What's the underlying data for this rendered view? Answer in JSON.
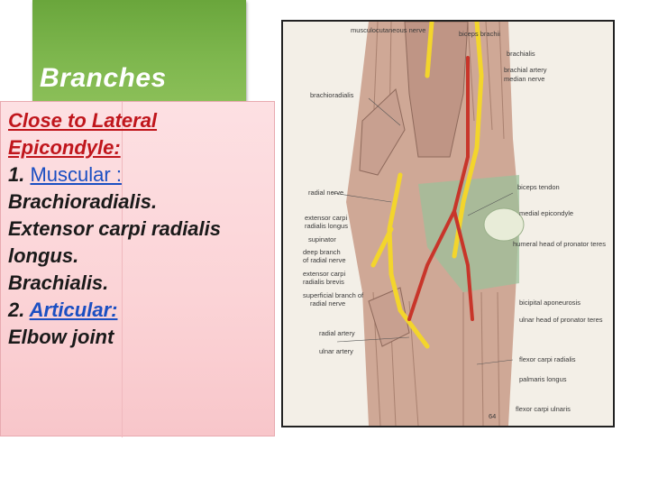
{
  "slide": {
    "title": "Branches",
    "lines": {
      "heading1": "Close to Lateral",
      "heading2": "Epicondyle:",
      "item1_num": "1. ",
      "item1_label": "Muscular :",
      "m1": "Brachioradialis.",
      "m2": "Extensor carpi radialis longus.",
      "m3": "Brachialis.",
      "item2_num": "2. ",
      "item2_label": "Articular:",
      "a1": "Elbow joint"
    }
  },
  "figure": {
    "labels": {
      "musculocutaneous": "musculocutaneous nerve",
      "biceps_brachii": "biceps brachii",
      "brachialis": "brachialis",
      "brachial_artery": "brachial artery",
      "median_nerve": "median nerve",
      "brachioradialis": "brachioradialis",
      "biceps_tendon": "biceps tendon",
      "radial_nerve": "radial nerve",
      "medial_epicondyle": "medial epicondyle",
      "ecrl1": "extensor carpi",
      "ecrl2": "radialis longus",
      "supinator": "supinator",
      "humeral_head": "humeral head of pronator teres",
      "deep1": "deep branch",
      "deep2": "of radial nerve",
      "ecrb1": "extensor carpi",
      "ecrb2": "radialis brevis",
      "superficial1": "superficial branch of",
      "superficial2": "radial nerve",
      "bicipital": "bicipital aponeurosis",
      "ulnar_head": "ulnar head of pronator teres",
      "radial_artery": "radial artery",
      "ulnar_artery": "ulnar artery",
      "fcr": "flexor carpi radialis",
      "palmaris": "palmaris longus",
      "fcu": "flexor carpi ulnaris",
      "page": "64"
    }
  }
}
